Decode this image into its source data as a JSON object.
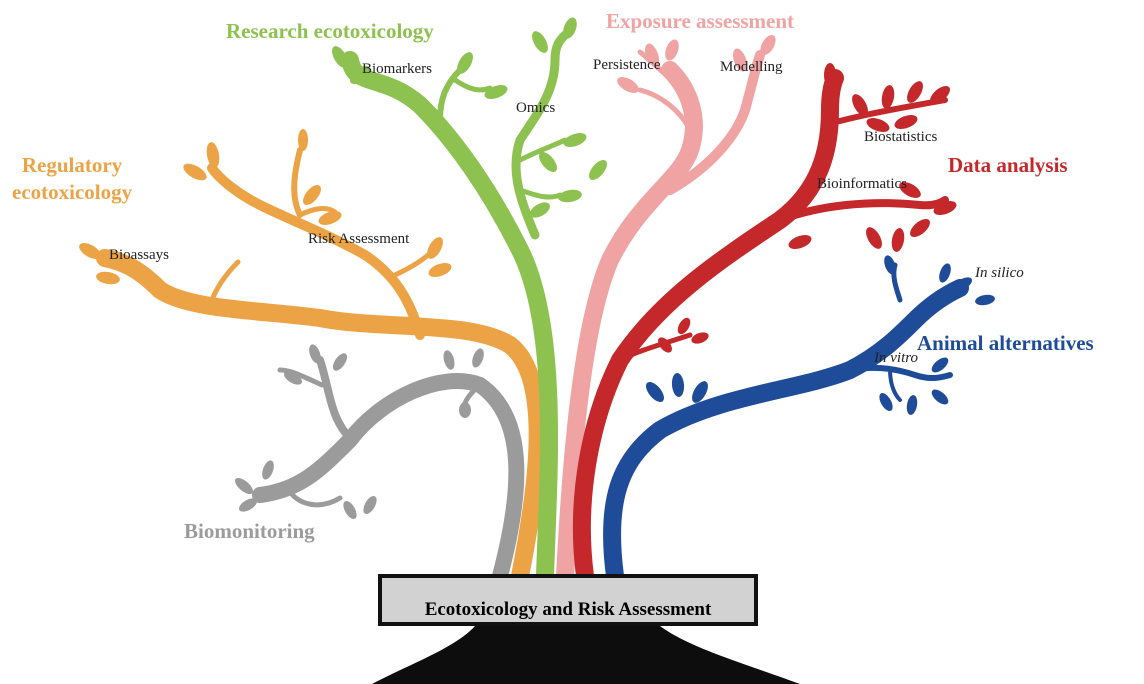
{
  "base_label": "Ecotoxicology and Risk Assessment",
  "colors": {
    "research": "#8dc150",
    "exposure": "#f0a3a3",
    "regulatory": "#eba345",
    "data": "#c4282a",
    "alternatives": "#1f4c99",
    "biomonitoring": "#9b9b9b",
    "base": "#d2d2d2",
    "roots": "#0d0d0d"
  },
  "categories": {
    "research": "Research ecotoxicology",
    "exposure": "Exposure assessment",
    "regulatory_line1": "Regulatory",
    "regulatory_line2": "ecotoxicology",
    "data": "Data analysis",
    "alternatives": "Animal alternatives",
    "biomonitoring": "Biomonitoring"
  },
  "labels": {
    "biomarkers": "Biomarkers",
    "omics": "Omics",
    "persistence": "Persistence",
    "modelling": "Modelling",
    "biostatistics": "Biostatistics",
    "bioinformatics": "Bioinformatics",
    "risk_assessment": "Risk Assessment",
    "bioassays": "Bioassays",
    "in_silico": "In silico",
    "in_vitro": "In vitro"
  }
}
